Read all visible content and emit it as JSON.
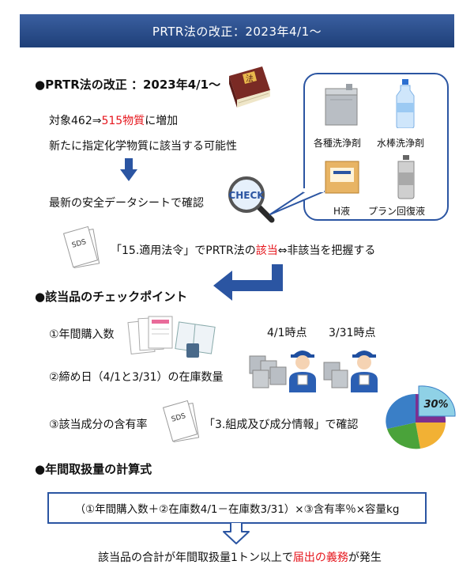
{
  "header": {
    "title": "PRTR法の改正：2023年4/1〜"
  },
  "section1": {
    "heading": "●PRTR法の改正 ：2023年4/1〜",
    "line1_prefix": "対象462⇒",
    "line1_highlight": "515物質",
    "line1_suffix": "に増加",
    "line2": "新たに指定化学物質に該当する可能性",
    "line3": "最新の安全データシートで確認",
    "line4_prefix": "「15.適用法令」でPRTR法の",
    "line4_highlight": "該当",
    "line4_suffix": "⇔非該当を把握する",
    "book_char": "法",
    "check_label": "CHECK"
  },
  "products": [
    {
      "label": "各種洗浄剤",
      "icon": "detergent-can-icon"
    },
    {
      "label": "水棒洗浄剤",
      "icon": "water-bottle-icon"
    },
    {
      "label": "H液",
      "icon": "cardboard-box-icon"
    },
    {
      "label": "プラン回復液",
      "icon": "metal-can-icon"
    }
  ],
  "section2": {
    "heading": "●該当品のチェックポイント",
    "point1": "①年間購入数",
    "point2": "②締め日（4/1と3/31）の在庫数量",
    "point3_label": "③該当成分の含有率",
    "point3_check": "「3.組成及び成分情報」で確認",
    "time1": "4/1時点",
    "time2": "3/31時点",
    "pie_value": "30%",
    "sds_label": "SDS"
  },
  "section3": {
    "heading": "●年間取扱量の計算式",
    "formula": "（①年間購入数＋②在庫数4/1－在庫数3/31）×③含有率％×容量kg",
    "result_prefix": "該当品の合計が年間取扱量1トン以上で",
    "result_highlight": "届出の義務",
    "result_suffix": "が発生"
  },
  "colors": {
    "accent": "#2b55a2",
    "highlight": "#e6161d",
    "header": "#1e3f78"
  }
}
